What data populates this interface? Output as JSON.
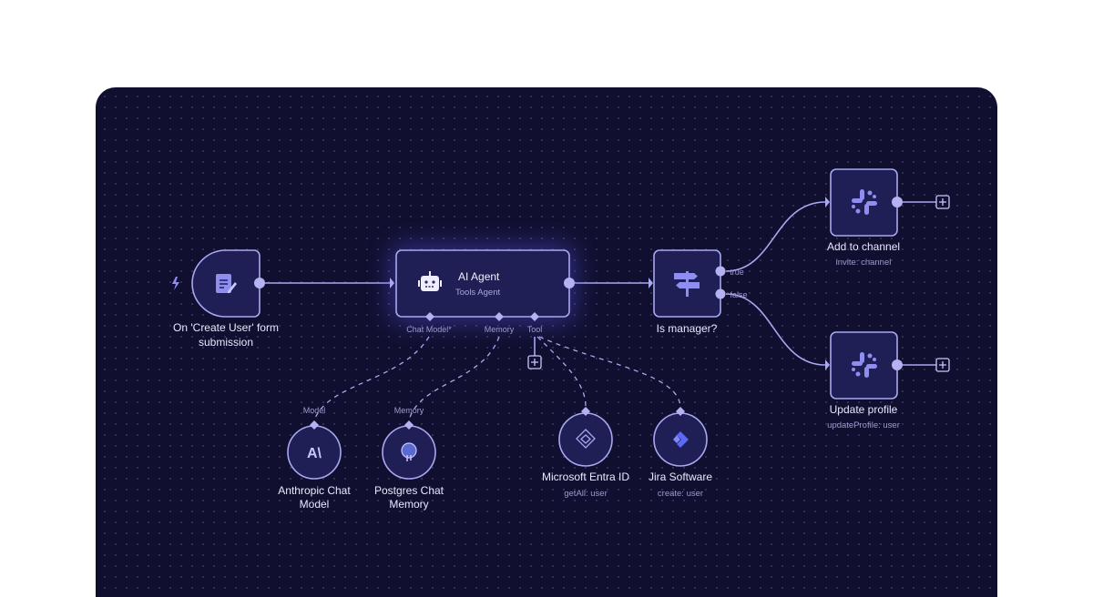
{
  "workflow": {
    "trigger": {
      "label_line1": "On 'Create User' form",
      "label_line2": "submission",
      "icon": "form-icon"
    },
    "agent": {
      "title": "AI Agent",
      "subtitle": "Tools Agent",
      "icon": "robot-icon",
      "ports": {
        "chat_model": "Chat Model*",
        "memory": "Memory",
        "tool": "Tool"
      }
    },
    "condition": {
      "label": "Is manager?",
      "true_label": "true",
      "false_label": "false",
      "icon": "signpost-icon"
    },
    "add_channel": {
      "label": "Add to channel",
      "sub": "invite: channel",
      "icon": "slack-icon"
    },
    "update_profile": {
      "label": "Update profile",
      "sub": "updateProfile: user",
      "icon": "slack-icon"
    },
    "anthropic": {
      "port": "Model",
      "line1": "Anthropic Chat",
      "line2": "Model"
    },
    "postgres": {
      "port": "Memory",
      "line1": "Postgres Chat",
      "line2": "Memory"
    },
    "entra": {
      "label": "Microsoft Entra ID",
      "sub": "getAll: user"
    },
    "jira": {
      "label": "Jira Software",
      "sub": "create: user"
    }
  },
  "colors": {
    "background": "#100f2f",
    "accent": "#a9a8f0",
    "node": "#1f1e55"
  }
}
